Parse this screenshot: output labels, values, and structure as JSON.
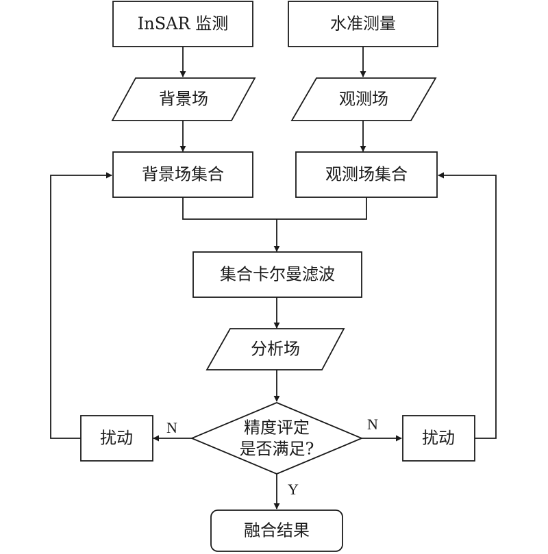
{
  "nodes": {
    "insar": "InSAR 监测",
    "leveling": "水准测量",
    "background_field": "背景场",
    "observation_field": "观测场",
    "background_ensemble": "背景场集合",
    "observation_ensemble": "观测场集合",
    "enkf": "集合卡尔曼滤波",
    "analysis_field": "分析场",
    "decision_line1": "精度评定",
    "decision_line2": "是否满足?",
    "perturb_left": "扰动",
    "perturb_right": "扰动",
    "result": "融合结果"
  },
  "edges": {
    "no_left": "N",
    "no_right": "N",
    "yes": "Y"
  },
  "colors": {
    "stroke": "#1a1a1a",
    "fill": "#ffffff"
  }
}
